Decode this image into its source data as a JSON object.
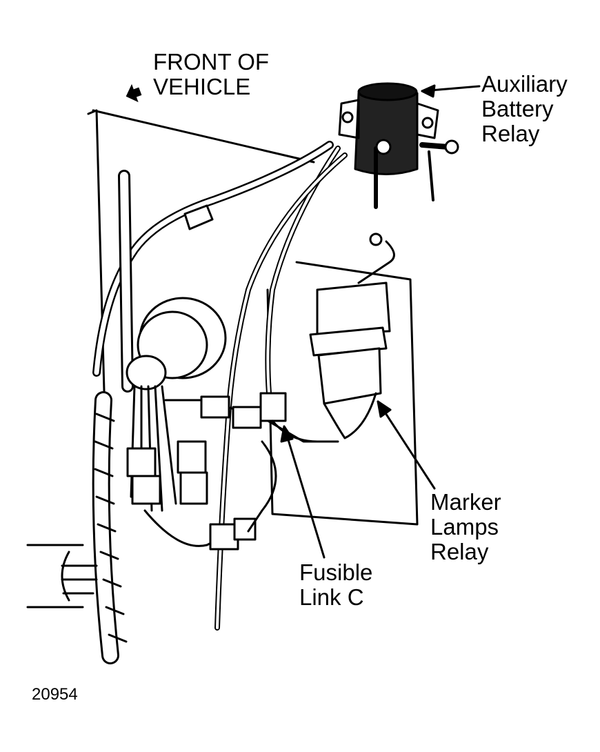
{
  "labels": {
    "front_of_vehicle": [
      "FRONT OF",
      "VEHICLE"
    ],
    "auxiliary_battery_relay": [
      "Auxiliary",
      "Battery",
      "Relay"
    ],
    "marker_lamps_relay": [
      "Marker",
      "Lamps",
      "Relay"
    ],
    "fusible_link": [
      "Fusible",
      "Link C"
    ],
    "figure_number": "20954"
  },
  "colors": {
    "ink": "#000000",
    "paper": "#ffffff"
  }
}
